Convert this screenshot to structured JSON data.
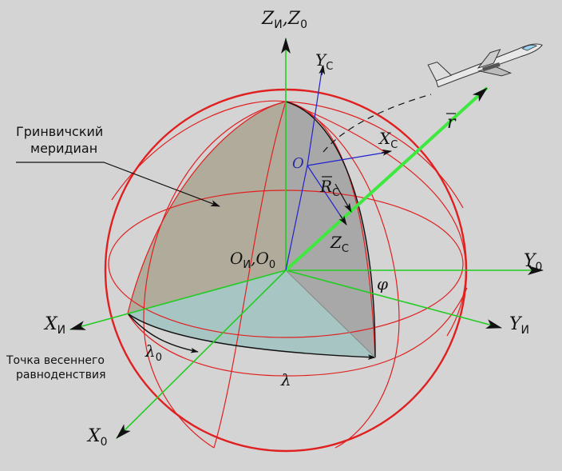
{
  "colors": {
    "background": "#d4d4d4",
    "sphere": "#e02020",
    "axes": "#22cc22",
    "radius_vector": "#3ee83e",
    "body_axes": "#2222cc",
    "sector_top": "#b0ab9b",
    "sector_bottom": "#a6c5c3",
    "sector_side": "#a8a8a8"
  },
  "icons": {
    "aircraft": "aircraft-icon"
  },
  "labels": {
    "z_axis": {
      "main": "Z",
      "sub1": "И",
      "sep": ",Z",
      "sub2": "0"
    },
    "y0_axis": {
      "main": "Y",
      "sub": "0"
    },
    "yi_axis": {
      "main": "Y",
      "sub": "И"
    },
    "xi_axis": {
      "main": "X",
      "sub": "И"
    },
    "x0_axis": {
      "main": "X",
      "sub": "0"
    },
    "origin": {
      "main": "O",
      "sub1": "И",
      "sep": ",O",
      "sub2": "0"
    },
    "yc": {
      "main": "Y",
      "sub": "C"
    },
    "xc": {
      "main": "X",
      "sub": "C"
    },
    "zc": {
      "main": "Z",
      "sub": "C"
    },
    "rc": {
      "main": "R",
      "sub": "C"
    },
    "o_point": "O",
    "r_vec": "r",
    "phi": "φ",
    "lambda": "λ",
    "lambda0": {
      "main": "λ",
      "sub": "0"
    }
  },
  "annotations": {
    "greenwich_line1": "Гринвичский",
    "greenwich_line2": "меридиан",
    "vernal_line1": "Точка весеннего",
    "vernal_line2": "равноденствия"
  }
}
